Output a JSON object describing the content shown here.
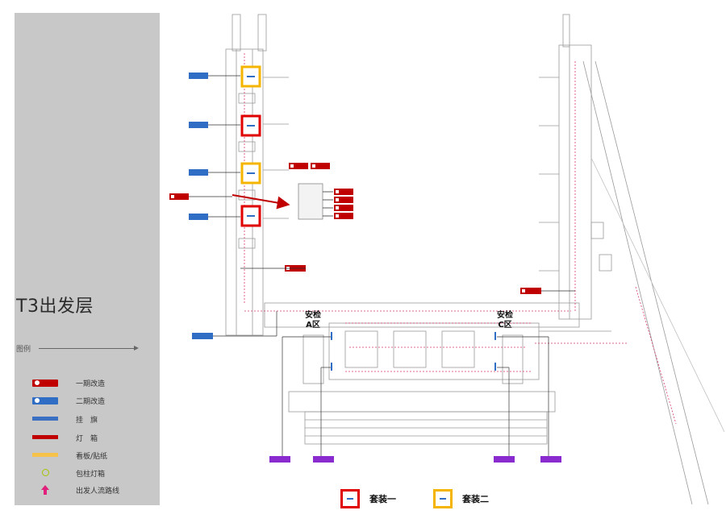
{
  "sidebar": {
    "title": "T3出发层",
    "legend_caption": "图例",
    "legend": [
      {
        "label": "一期改造",
        "swatch": "badge-red",
        "icon": "numbered-badge-icon"
      },
      {
        "label": "二期改造",
        "swatch": "badge-blue",
        "icon": "numbered-badge-icon"
      },
      {
        "label": "挂　旗",
        "swatch": "bar-blue",
        "icon": "flag-bar-icon"
      },
      {
        "label": "灯　箱",
        "swatch": "bar-red",
        "icon": "lightbox-bar-icon"
      },
      {
        "label": "看板/贴纸",
        "swatch": "bar-yellow",
        "icon": "board-bar-icon"
      },
      {
        "label": "包柱灯箱",
        "swatch": "circle-green",
        "icon": "column-lightbox-icon"
      },
      {
        "label": "出发人流路线",
        "swatch": "arrow-magenta",
        "icon": "up-arrow-icon"
      }
    ]
  },
  "map": {
    "zone_a_label": "安检\nA区",
    "zone_c_label": "安检\nC区"
  },
  "bottom_legend": [
    {
      "label": "套装一",
      "color": "#e00000"
    },
    {
      "label": "套装二",
      "color": "#f5b400"
    }
  ],
  "colors": {
    "red": "#c00000",
    "blue": "#2f6ec4",
    "yellow": "#f6c24a",
    "purple": "#8a2bd0",
    "route": "#d83a6a"
  }
}
